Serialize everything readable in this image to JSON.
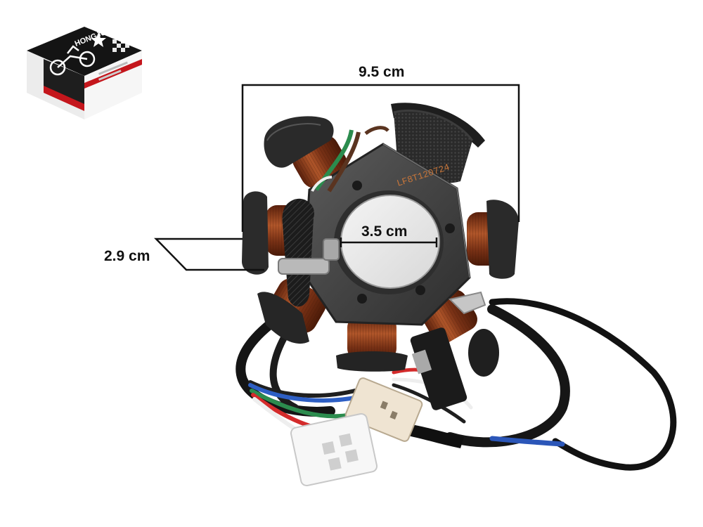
{
  "dimensions": {
    "width": "9.5 cm",
    "bore": "3.5 cm",
    "height": "2.9 cm"
  },
  "stator": {
    "part_number": "LF8T120724"
  },
  "package": {
    "brand": "HONGJU"
  },
  "colors": {
    "background": "#ffffff",
    "dimension_line": "#111111",
    "copper_coil": "#8a3b1a",
    "core_plate": "#4a4a4a",
    "harness": "#1a1a1a",
    "box_red": "#c4161c"
  }
}
